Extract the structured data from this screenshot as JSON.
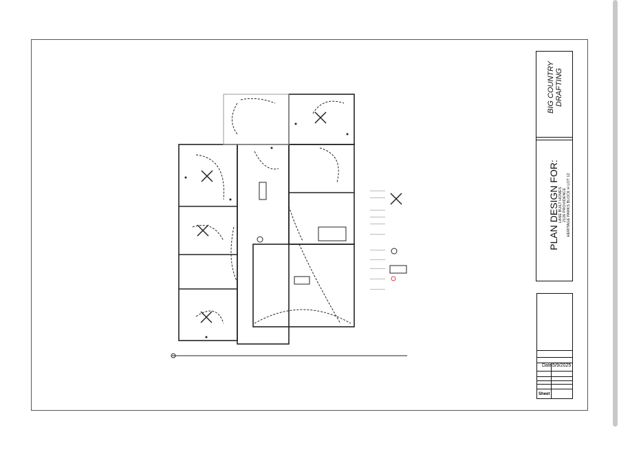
{
  "document": {
    "firm_name": "BIG COUNTRY DRAFTING",
    "plan_title": "PLAN DESIGN FOR:",
    "client": "LANE BUILT HOMES",
    "address": "2126 PROVIDENCE",
    "lot": "HERITAGE PARKS BLOCK H LOT 12",
    "date_label": "Date:",
    "date_value": "5/9/2025",
    "sheet_label": "Sheet"
  }
}
